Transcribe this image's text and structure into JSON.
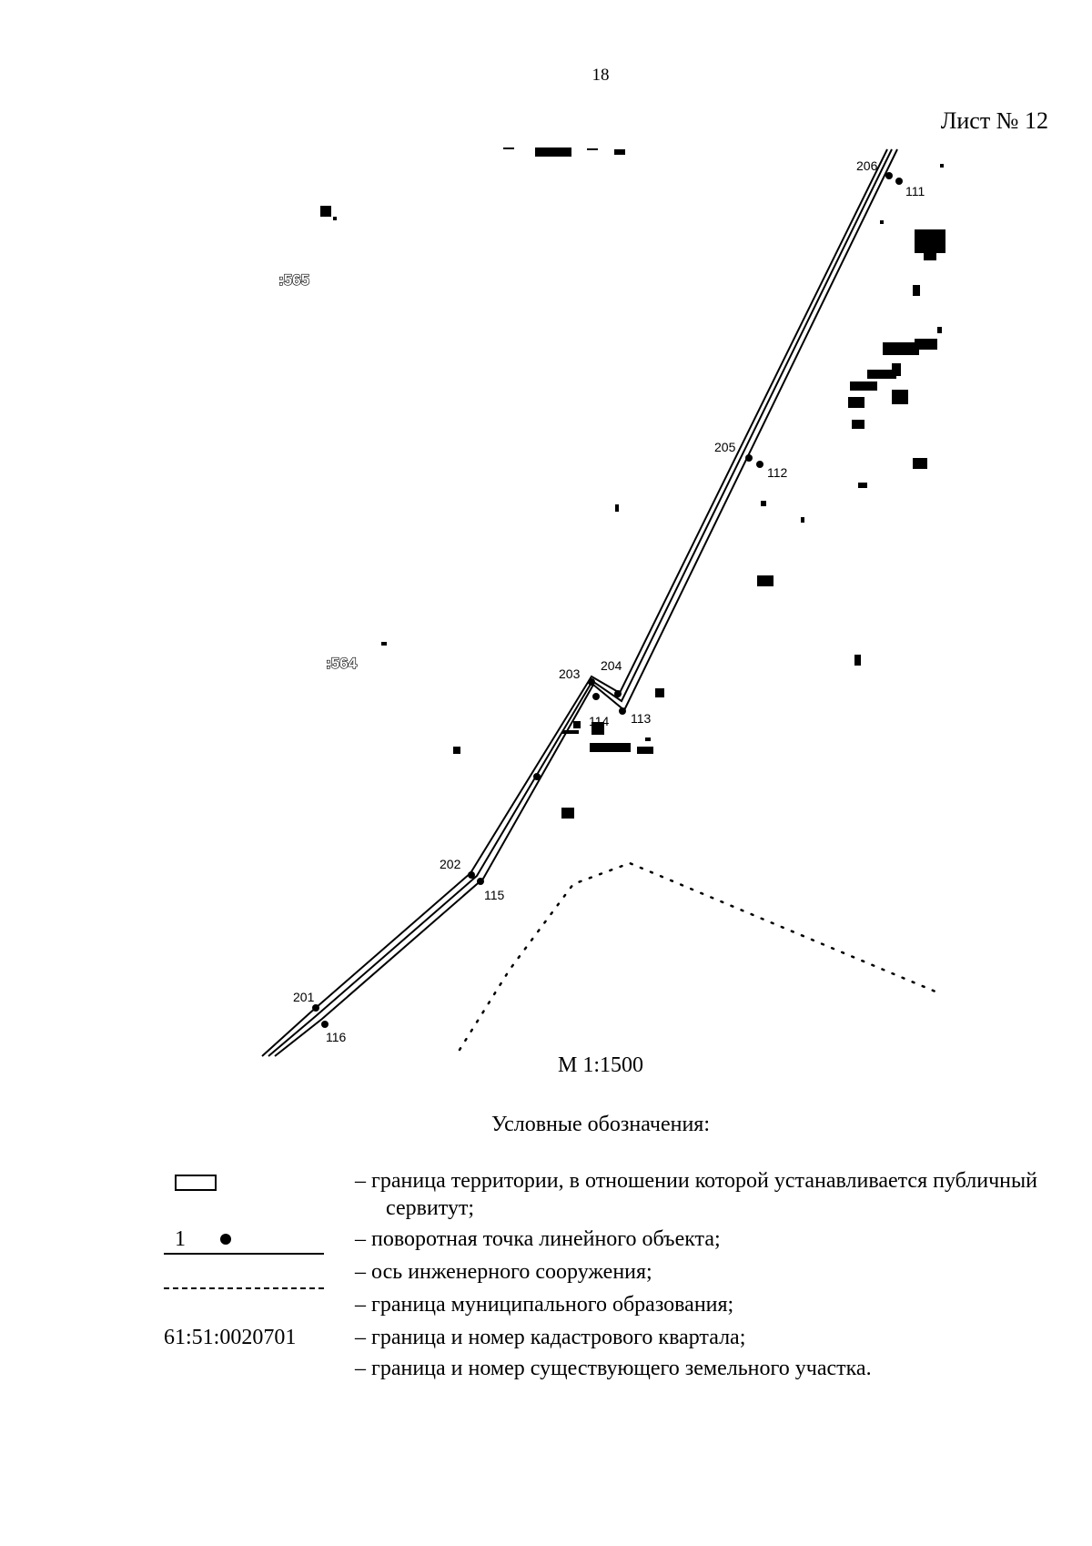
{
  "page_number": "18",
  "sheet_label": "Лист № 12",
  "map": {
    "parcels": [
      ":565",
      ":564"
    ],
    "points_upper": [
      "201",
      "202",
      "203",
      "204",
      "205",
      "206"
    ],
    "points_lower": [
      "116",
      "115",
      "114",
      "113",
      "112",
      "111"
    ]
  },
  "scale": "М 1:1500",
  "legend": {
    "title": "Условные обозначения:",
    "items": [
      {
        "symbol": "rectangle",
        "text": "– граница территории, в отношении которой устанавливается публичный сервитут;"
      },
      {
        "symbol": "point",
        "symbol_label": "1",
        "text": "– поворотная точка линейного объекта;"
      },
      {
        "symbol": "solid-line",
        "text": "– ось инженерного сооружения;"
      },
      {
        "symbol": "dashed-line",
        "text": "– граница муниципального образования;"
      },
      {
        "symbol": "cadastral",
        "symbol_label": "61:51:0020701",
        "text": "– граница и номер кадастрового квартала;"
      },
      {
        "symbol": "",
        "text": "– граница и номер существующего земельного участка."
      }
    ]
  }
}
